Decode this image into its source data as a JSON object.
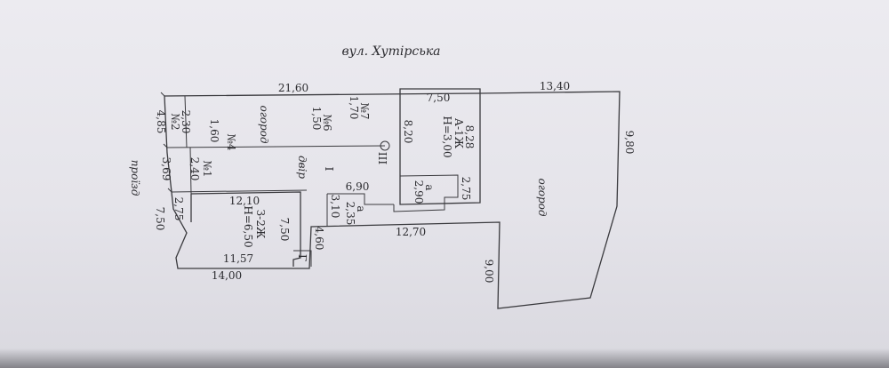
{
  "street_label": "вул. Хутірська",
  "passage_label": "проїзд",
  "yard_label": "двір",
  "yard_number": "I",
  "well_label": "III",
  "garden_left": "огород",
  "garden_right": "огород",
  "buildings": {
    "a": {
      "title": "А-1Ж",
      "height": "Н=3,00"
    },
    "z": {
      "title": "З-2Ж",
      "height": "Н=6,50"
    },
    "g": {
      "title": "Г"
    }
  },
  "plots": {
    "n7": {
      "name": "№7",
      "value": "1,70"
    },
    "n6": {
      "name": "№6",
      "value": "1,50"
    },
    "n4": {
      "name": "№4",
      "value": "1,60"
    },
    "n2": {
      "name": "№2",
      "value": "2,30"
    },
    "n1": {
      "name": "№1",
      "value": "2,40"
    }
  },
  "annexes": {
    "a1": {
      "name": "а",
      "value": "2,90"
    },
    "a2": {
      "name": "а",
      "value": "2,35"
    }
  },
  "dimensions": {
    "d_21_60": "21,60",
    "d_7_50_top": "7,50",
    "d_13_40": "13,40",
    "d_9_80": "9,80",
    "d_4_85": "4,85",
    "d_3_69": "3,69",
    "d_2_75_left": "2,75",
    "d_7_50_left": "7,50",
    "d_12_10": "12,10",
    "d_7_50_mid": "7,50",
    "d_11_57": "11,57",
    "d_14_00": "14,00",
    "d_8_20": "8,20",
    "d_8_28": "8,28",
    "d_2_75_right": "2,75",
    "d_6_90": "6,90",
    "d_3_10": "3,10",
    "d_4_60": "4,60",
    "d_12_70": "12,70",
    "d_9_00": "9,00"
  }
}
